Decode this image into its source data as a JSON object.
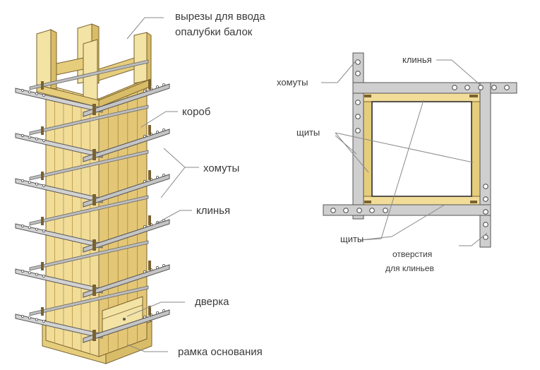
{
  "colors": {
    "wood_light": "#f3e3a4",
    "wood_mid": "#e6cd7c",
    "wood_dark": "#c9a955",
    "wood_outline": "#7a6330",
    "clamp_fill": "#cfcfcf",
    "clamp_outline": "#555555",
    "leader_line": "#8a8a8a",
    "label_text": "#3a3a3a"
  },
  "left_diagram": {
    "labels": {
      "beam_cutouts_line1": "вырезы для ввода",
      "beam_cutouts_line2": "опалубки балок",
      "box": "короб",
      "clamps": "хомуты",
      "wedges": "клинья",
      "door": "дверка",
      "base_frame": "рамка основания"
    },
    "clamp_level_count": 6
  },
  "right_diagram": {
    "labels": {
      "clamps": "хомуты",
      "wedges": "клинья",
      "shields_left": "щиты",
      "shields_bottom": "щиты",
      "holes_line1": "отверстия",
      "holes_line2": "для клиньев"
    }
  }
}
